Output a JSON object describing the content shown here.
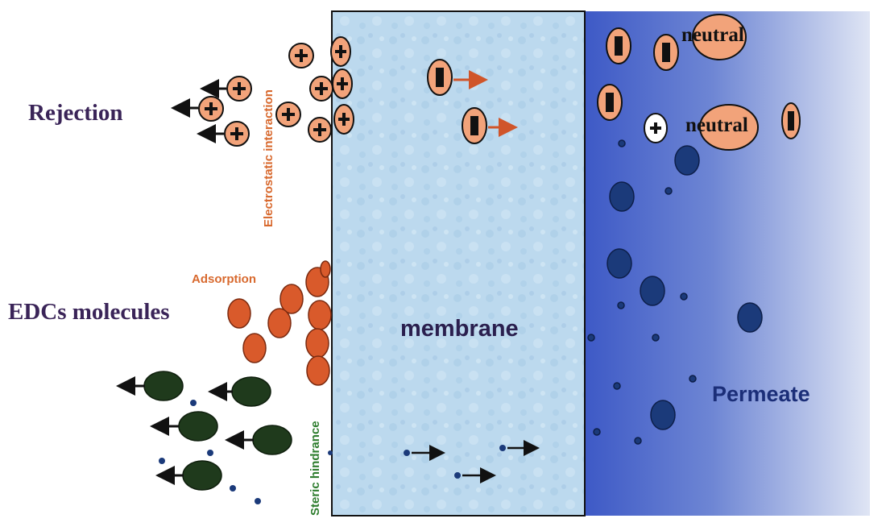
{
  "labels": {
    "rejection": "Rejection",
    "edcs_molecules": "EDCs molecules",
    "electrostatic_interaction": "Electrostatic interaction",
    "adsorption": "Adsorption",
    "steric_hindrance": "Steric hindrance",
    "membrane": "membrane",
    "permeate": "Permeate",
    "neutral_1": "neutral",
    "neutral_2": "neutral"
  },
  "colors": {
    "membrane_fill": "#bcd9ee",
    "permeate_start": "#3f5cc7",
    "permeate_end": "#dfe5f4",
    "charged_particle": "#f2a37a",
    "edc_orange": "#d95a2b",
    "edc_green": "#1f3a1c",
    "dark_blue_particle": "#1b3a7a",
    "orange_label": "#d8692e",
    "green_label": "#2e7d2e",
    "purple_label": "#3a2458"
  },
  "icons": {
    "positive_ion": "plus-ion-icon",
    "negative_ion": "minus-ion-icon",
    "arrow": "arrow-icon"
  }
}
